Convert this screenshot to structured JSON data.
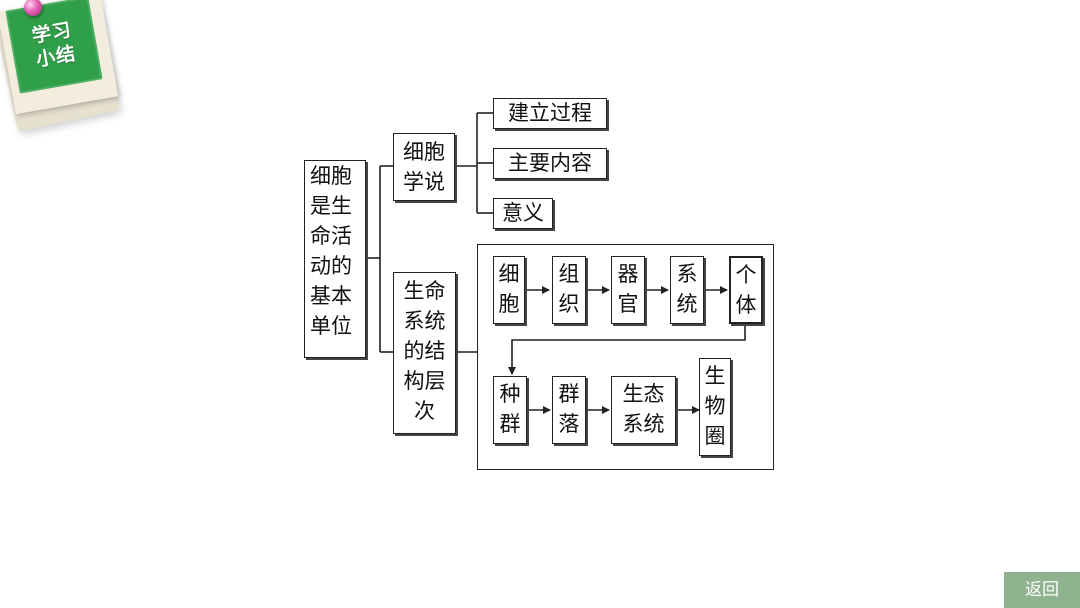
{
  "badge": {
    "line1": "学习",
    "line2": "小结"
  },
  "diagram": {
    "root": "细胞\n是生\n命活\n动的\n基本\n单位",
    "cell_theory": "细胞\n学说",
    "cell_theory_items": [
      "建立过程",
      "主要内容",
      "意义"
    ],
    "hierarchy": "生命\n系统\n的结\n构层\n次",
    "row1": [
      "细\n胞",
      "组\n织",
      "器\n官",
      "系\n统",
      "个\n体"
    ],
    "row2": [
      "种\n群",
      "群\n落",
      "生态\n系统",
      "生\n物\n圈"
    ]
  },
  "nav": {
    "back_label": "返回"
  }
}
